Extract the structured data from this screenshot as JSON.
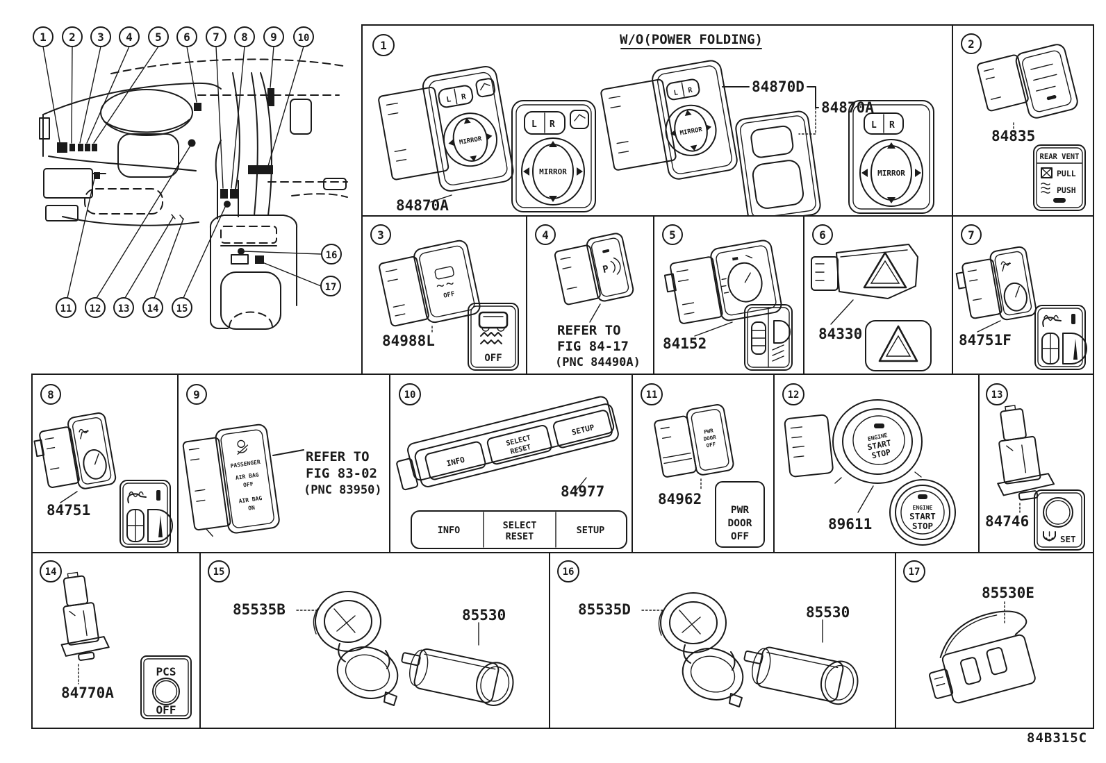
{
  "figure_code": "84B315C",
  "dash": {
    "callouts": [
      "1",
      "2",
      "3",
      "4",
      "5",
      "6",
      "7",
      "8",
      "9",
      "10",
      "11",
      "12",
      "13",
      "14",
      "15",
      "16",
      "17"
    ]
  },
  "cells": {
    "c1": {
      "num": "1",
      "header": "W/O(POWER FOLDING)",
      "pn_switch": "84870A",
      "pn_wo_switch": "84870D",
      "pn_wo_bezel": "84870A",
      "lbl_l": "L",
      "lbl_r": "R",
      "lbl_mirror": "MIRROR"
    },
    "c2": {
      "num": "2",
      "pn": "84835",
      "plate_title": "REAR VENT",
      "lbl_pull": "PULL",
      "lbl_push": "PUSH"
    },
    "c3": {
      "num": "3",
      "pn": "84988L",
      "lbl_off": "OFF"
    },
    "c4": {
      "num": "4",
      "lbl_icon": "P",
      "note_1": "REFER TO",
      "note_2": "FIG 84-17",
      "note_3": "(PNC 84490A)"
    },
    "c5": {
      "num": "5",
      "pn": "84152"
    },
    "c6": {
      "num": "6",
      "pn": "84330"
    },
    "c7": {
      "num": "7",
      "pn": "84751F"
    },
    "c8": {
      "num": "8",
      "pn": "84751"
    },
    "c9": {
      "num": "9",
      "face_1": "PASSENGER",
      "face_2": "AIR BAG",
      "face_3": "OFF",
      "face_4": "AIR BAG",
      "face_5": "ON",
      "note_1": "REFER TO",
      "note_2": "FIG 83-02",
      "note_3": "(PNC 83950)"
    },
    "c10": {
      "num": "10",
      "pn": "84977",
      "btn_info": "INFO",
      "btn_select": "SELECT",
      "btn_reset": "RESET",
      "btn_setup": "SETUP"
    },
    "c11": {
      "num": "11",
      "pn": "84962",
      "plate_1": "PWR",
      "plate_2": "DOOR",
      "plate_3": "OFF"
    },
    "c12": {
      "num": "12",
      "pn": "89611",
      "btn_1": "ENGINE",
      "btn_2": "START",
      "btn_3": "STOP"
    },
    "c13": {
      "num": "13",
      "pn": "84746",
      "lbl_set": "SET"
    },
    "c14": {
      "num": "14",
      "pn": "84770A",
      "plate_top": "PCS",
      "plate_bottom": "OFF"
    },
    "c15": {
      "num": "15",
      "pn_cover": "85535B",
      "pn_socket": "85530"
    },
    "c16": {
      "num": "16",
      "pn_cover": "85535D",
      "pn_socket": "85530"
    },
    "c17": {
      "num": "17",
      "pn": "85530E"
    }
  }
}
